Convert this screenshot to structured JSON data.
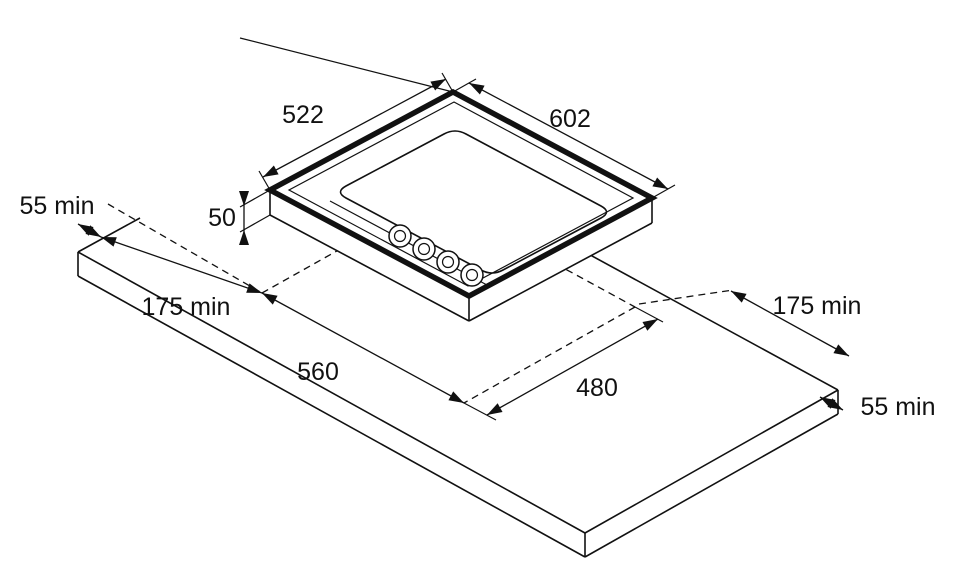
{
  "colors": {
    "line": "#111111",
    "background": "#ffffff"
  },
  "dimensions": {
    "hob_width": "522",
    "hob_depth": "602",
    "hob_height": "50",
    "cutout_width": "560",
    "cutout_depth": "480",
    "min_left_edge": "55 min",
    "min_left_side": "175 min",
    "min_right_side": "175 min",
    "min_right_edge": "55 min"
  }
}
